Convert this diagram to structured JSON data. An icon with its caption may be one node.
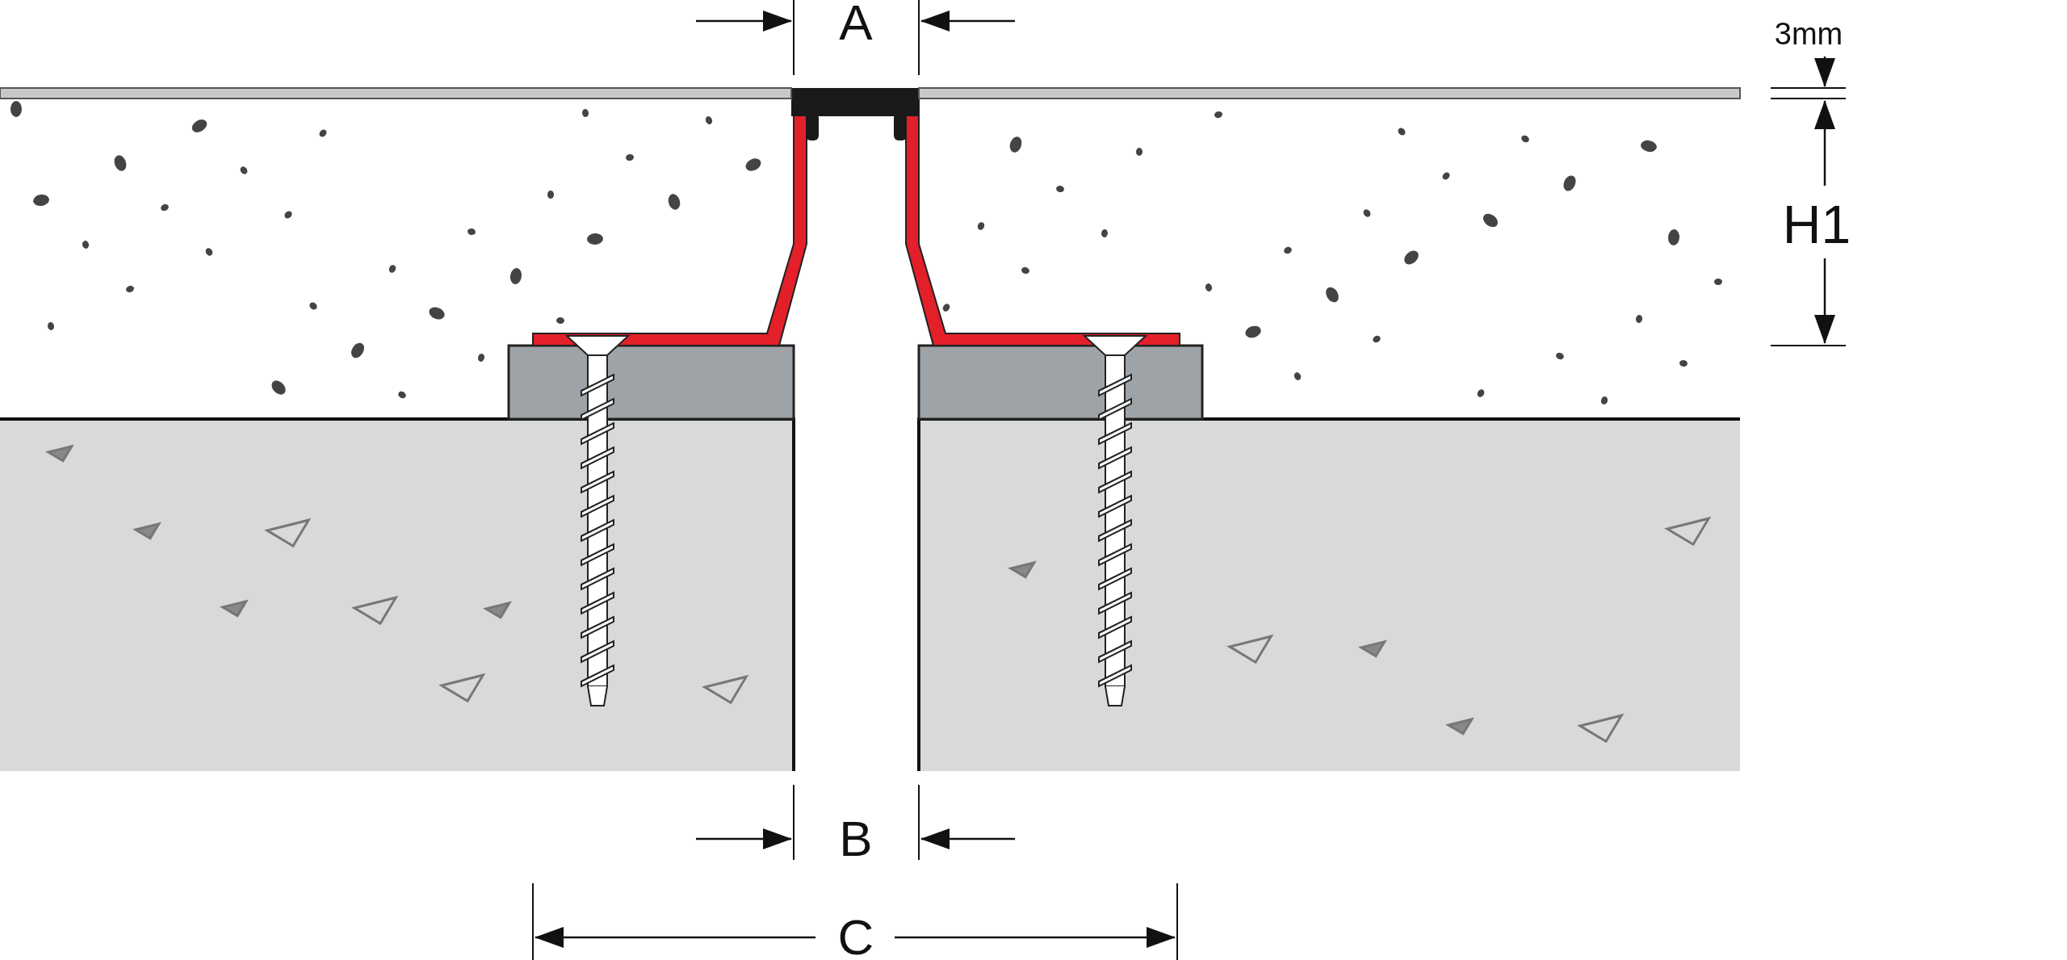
{
  "diagram": {
    "labels": [
      "A",
      "3mm",
      "H1",
      "B",
      "C"
    ]
  }
}
